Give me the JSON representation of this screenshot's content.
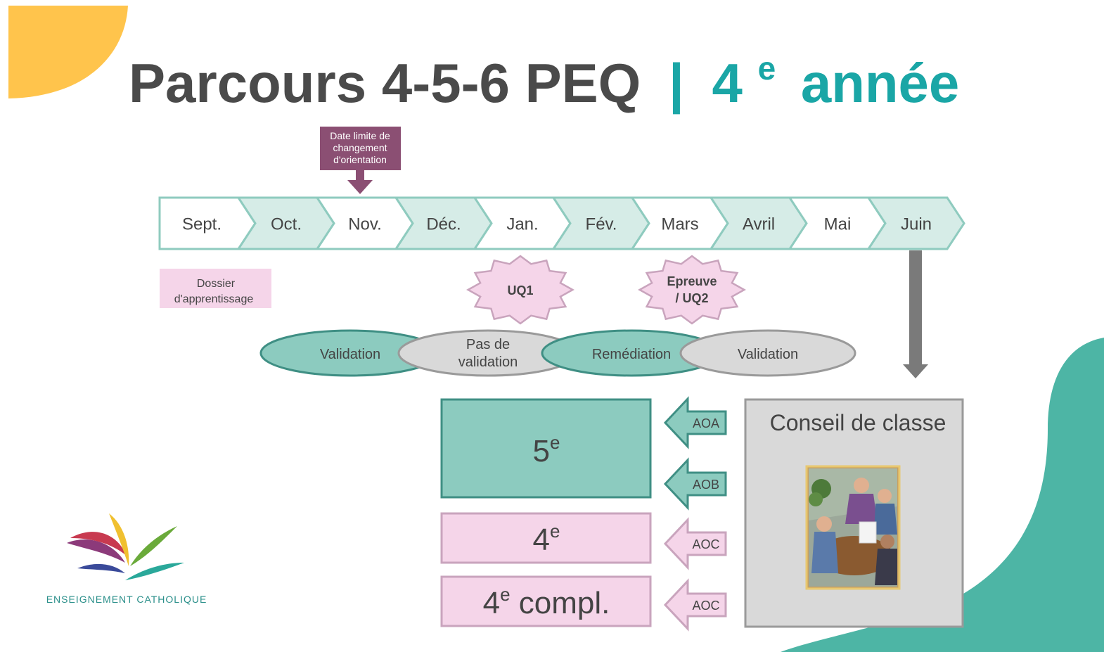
{
  "title": {
    "main": "Parcours 4-5-6 PEQ",
    "separator": "|",
    "accent_num": "4",
    "accent_sup": "e",
    "accent_word": "année"
  },
  "deadline": {
    "line1": "Date limite de",
    "line2": "changement",
    "line3": "d'orientation"
  },
  "months": [
    "Sept.",
    "Oct.",
    "Nov.",
    "Déc.",
    "Jan.",
    "Fév.",
    "Mars",
    "Avril",
    "Mai",
    "Juin"
  ],
  "dossier": {
    "line1": "Dossier",
    "line2": "d'apprentissage"
  },
  "uq1": {
    "label": "UQ1"
  },
  "uq2": {
    "line1": "Epreuve",
    "line2": "/ UQ2"
  },
  "phases": [
    {
      "line1": "Validation",
      "line2": ""
    },
    {
      "line1": "Pas de",
      "line2": "validation"
    },
    {
      "line1": "Remédiation",
      "line2": ""
    },
    {
      "line1": "Validation",
      "line2": ""
    }
  ],
  "outcomes": [
    {
      "num": "5",
      "sup": "e",
      "suffix": ""
    },
    {
      "num": "4",
      "sup": "e",
      "suffix": ""
    },
    {
      "num": "4",
      "sup": "e",
      "suffix": " compl."
    }
  ],
  "attestations": [
    "AOA",
    "AOB",
    "AOC",
    "AOC"
  ],
  "conseil": {
    "title": "Conseil de classe"
  },
  "logo": {
    "text": "ENSEIGNEMENT CATHOLIQUE"
  },
  "colors": {
    "title_gray": "#4a4a4a",
    "accent_teal": "#1aa6a6",
    "timeline_border": "#8fcbbf",
    "timeline_fill_alt": "#d6ece7",
    "teal_fill": "#8ccbbf",
    "teal_dark": "#3f8f84",
    "pink_fill": "#f5d5e9",
    "pink_border": "#c9a4bd",
    "gray_fill": "#d9d9d9",
    "gray_border": "#9a9a9a",
    "deadline_fill": "#8b4f73",
    "sun_yellow": "#ffc44c",
    "wave_teal": "#4db5a5"
  }
}
